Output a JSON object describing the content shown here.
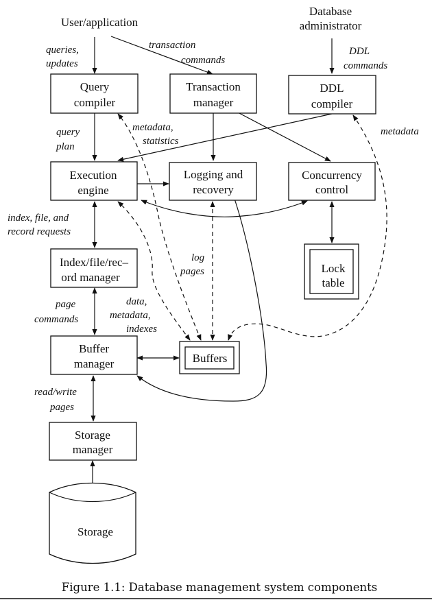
{
  "actors": {
    "user": "User/application",
    "dba_line1": "Database",
    "dba_line2": "administrator"
  },
  "nodes": {
    "query_compiler": [
      "Query",
      "compiler"
    ],
    "transaction_manager": [
      "Transaction",
      "manager"
    ],
    "ddl_compiler": [
      "DDL",
      "compiler"
    ],
    "execution_engine": [
      "Execution",
      "engine"
    ],
    "logging_recovery": [
      "Logging and",
      "recovery"
    ],
    "concurrency_control": [
      "Concurrency",
      "control"
    ],
    "index_file_record_manager": [
      "Index/file/rec–",
      "ord manager"
    ],
    "lock_table": [
      "Lock",
      "table"
    ],
    "buffer_manager": [
      "Buffer",
      "manager"
    ],
    "buffers": [
      "Buffers"
    ],
    "storage_manager": [
      "Storage",
      "manager"
    ],
    "storage": [
      "Storage"
    ]
  },
  "edge_labels": {
    "queries_updates": [
      "queries,",
      "updates"
    ],
    "transaction_commands": [
      "transaction",
      "commands"
    ],
    "ddl_commands": [
      "DDL",
      "commands"
    ],
    "query_plan": [
      "query",
      "plan"
    ],
    "metadata_statistics": [
      "metadata,",
      "statistics"
    ],
    "metadata_right": [
      "metadata"
    ],
    "index_file_record_requests": [
      "index, file, and",
      "record requests"
    ],
    "log_pages": [
      "log",
      "pages"
    ],
    "page_commands": [
      "page",
      "commands"
    ],
    "data_metadata_indexes": [
      "data,",
      "metadata,",
      "indexes"
    ],
    "read_write_pages": [
      "read/write",
      "pages"
    ]
  },
  "caption": "Figure 1.1: Database management system components"
}
